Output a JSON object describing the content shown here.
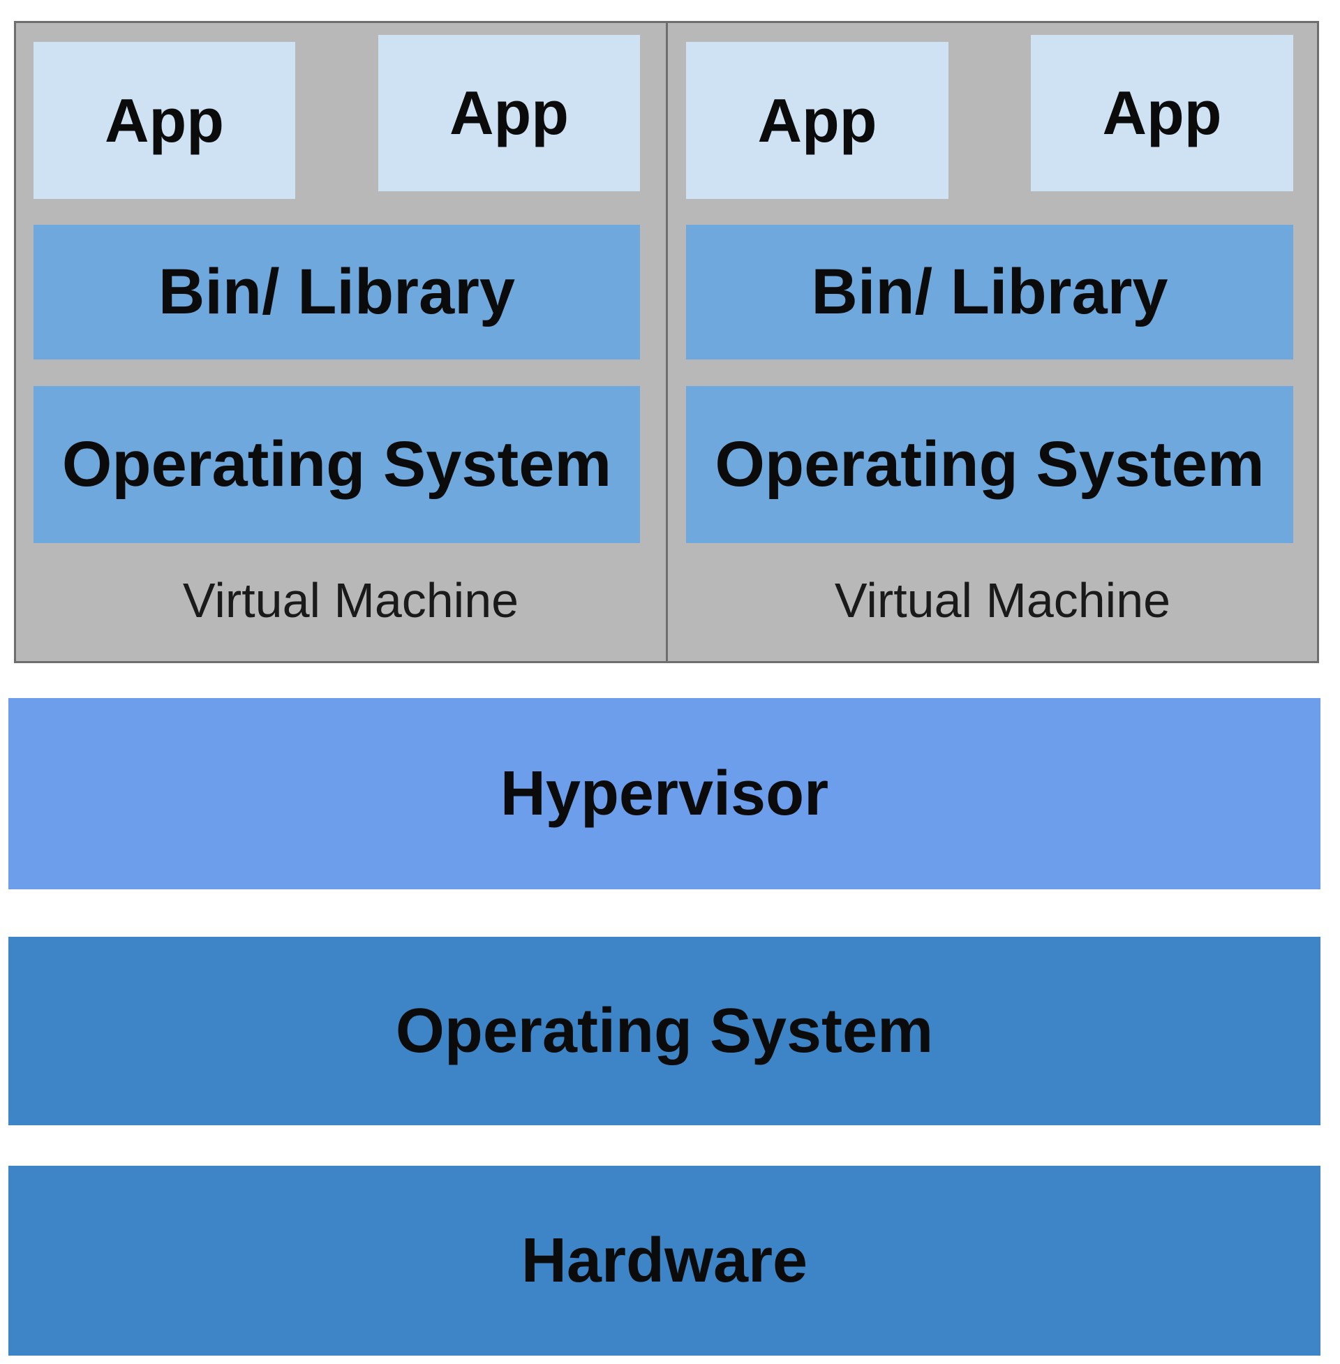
{
  "colors": {
    "vm_background": "#b8b8b8",
    "vm_border": "#6e6e6e",
    "app_fill": "#cfe2f3",
    "guest_layer_fill": "#6fa8dc",
    "hypervisor_fill": "#6d9eeb",
    "host_layer_fill": "#3d85c6",
    "text": "#0b0b0b"
  },
  "virtual_machines": [
    {
      "label": "Virtual Machine",
      "apps": [
        "App",
        "App"
      ],
      "bin_library": "Bin/ Library",
      "operating_system": "Operating System"
    },
    {
      "label": "Virtual Machine",
      "apps": [
        "App",
        "App"
      ],
      "bin_library": "Bin/ Library",
      "operating_system": "Operating System"
    }
  ],
  "hypervisor": "Hypervisor",
  "host_operating_system": "Operating System",
  "hardware": "Hardware"
}
